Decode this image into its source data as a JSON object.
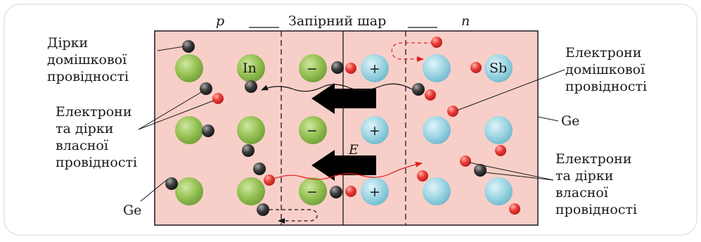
{
  "header": {
    "p_label": "p",
    "barrier_label": "Запірний шар",
    "n_label": "n"
  },
  "left_labels": {
    "holes_impurity": [
      "Дірки",
      "домішкової",
      "провідності"
    ],
    "intrinsic": [
      "Електрони",
      "та дірки",
      "власної",
      "провідності"
    ],
    "ge": "Ge"
  },
  "right_labels": {
    "electrons_impurity": [
      "Електрони",
      "домішкової",
      "провідності"
    ],
    "ge": "Ge",
    "intrinsic": [
      "Електрони",
      "та дірки",
      "власної",
      "провідності"
    ]
  },
  "atoms": {
    "in": "In",
    "sb": "Sb",
    "minus": "−",
    "plus": "+"
  },
  "field_label": "E",
  "colors": {
    "crystal": "#f8cfc8",
    "acceptor_atom": "#96c255",
    "donor_atom": "#9fd6e4",
    "electron": "#e43a3a",
    "hole": "#3b3b3b",
    "field_arrow": "#000000",
    "red_path": "#e02020"
  }
}
